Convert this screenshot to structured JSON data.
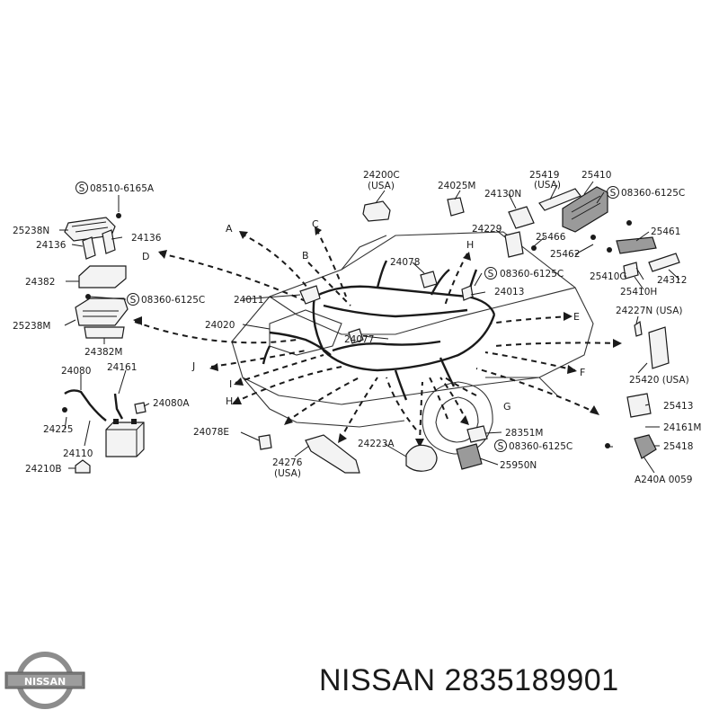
{
  "labels": {
    "l_08510": "08510-6165A",
    "l_25238n": "25238N",
    "l_24136a": "24136",
    "l_24136b": "24136",
    "l_24382": "24382",
    "l_08360a": "08360-6125C",
    "l_24011": "24011",
    "l_25238m": "25238M",
    "l_24382m": "24382M",
    "l_24020": "24020",
    "l_24080": "24080",
    "l_24161a": "24161",
    "l_24080a": "24080A",
    "l_24225": "24225",
    "l_24110": "24110",
    "l_24210b": "24210B",
    "l_24078e": "24078E",
    "l_24276": "24276",
    "l_usa_24276": "(USA)",
    "l_24223a": "24223A",
    "l_24200c": "24200C",
    "l_usa_24200c": "(USA)",
    "l_24025m": "24025M",
    "l_24130n": "24130N",
    "l_25419": "25419",
    "l_usa_25419": "(USA)",
    "l_25410": "25410",
    "l_08360b": "08360-6125C",
    "l_24229": "24229",
    "l_25466": "25466",
    "l_25461": "25461",
    "l_25462": "25462",
    "l_24078": "24078",
    "l_08360c": "08360-6125C",
    "l_25410g": "25410G",
    "l_24312": "24312",
    "l_24013": "24013",
    "l_25410h": "25410H",
    "l_24227n": "24227N (USA)",
    "l_24077": "24077",
    "l_25420": "25420 (USA)",
    "l_25413": "25413",
    "l_24161m": "24161M",
    "l_28351m": "28351M",
    "l_25418": "25418",
    "l_08360d": "08360-6125C",
    "l_25950n": "25950N",
    "l_code": "A240A 0059"
  },
  "letters": {
    "A": "A",
    "B": "B",
    "C": "C",
    "D": "D",
    "E": "E",
    "F": "F",
    "G": "G",
    "H1": "H",
    "H2": "H",
    "I": "I",
    "J": "J"
  },
  "screw_symbol": "S",
  "footer": {
    "brand_text": "NISSAN 2835189901",
    "logo_text": "NISSAN"
  }
}
